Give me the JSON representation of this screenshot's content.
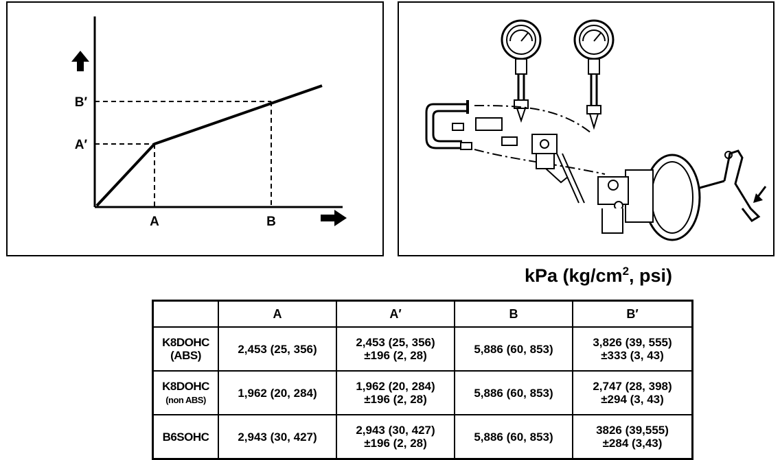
{
  "graph": {
    "x_labels": [
      "A",
      "B"
    ],
    "y_labels": [
      "A′",
      "B′"
    ]
  },
  "unit": {
    "prefix": "kPa (kg/cm",
    "sup": "2",
    "suffix": ", psi)"
  },
  "table": {
    "headers": [
      "",
      "A",
      "A′",
      "B",
      "B′"
    ],
    "rows": [
      {
        "label_line1": "K8DOHC",
        "label_line2": "(ABS)",
        "a": "2,453 (25, 356)",
        "a_prime_line1": "2,453 (25, 356)",
        "a_prime_line2": "±196 (2, 28)",
        "b": "5,886 (60, 853)",
        "b_prime_line1": "3,826 (39, 555)",
        "b_prime_line2": "±333 (3, 43)"
      },
      {
        "label_line1": "K8DOHC",
        "label_line2": "(non ABS)",
        "a": "1,962 (20, 284)",
        "a_prime_line1": "1,962 (20, 284)",
        "a_prime_line2": "±196 (2, 28)",
        "b": "5,886 (60, 853)",
        "b_prime_line1": "2,747 (28, 398)",
        "b_prime_line2": "±294 (3, 43)"
      },
      {
        "label_line1": "B6SOHC",
        "label_line2": "",
        "a": "2,943 (30, 427)",
        "a_prime_line1": "2,943 (30, 427)",
        "a_prime_line2": "±196 (2, 28)",
        "b": "5,886 (60, 853)",
        "b_prime_line1": "3826 (39,555)",
        "b_prime_line2": "±284 (3,43)"
      }
    ]
  }
}
